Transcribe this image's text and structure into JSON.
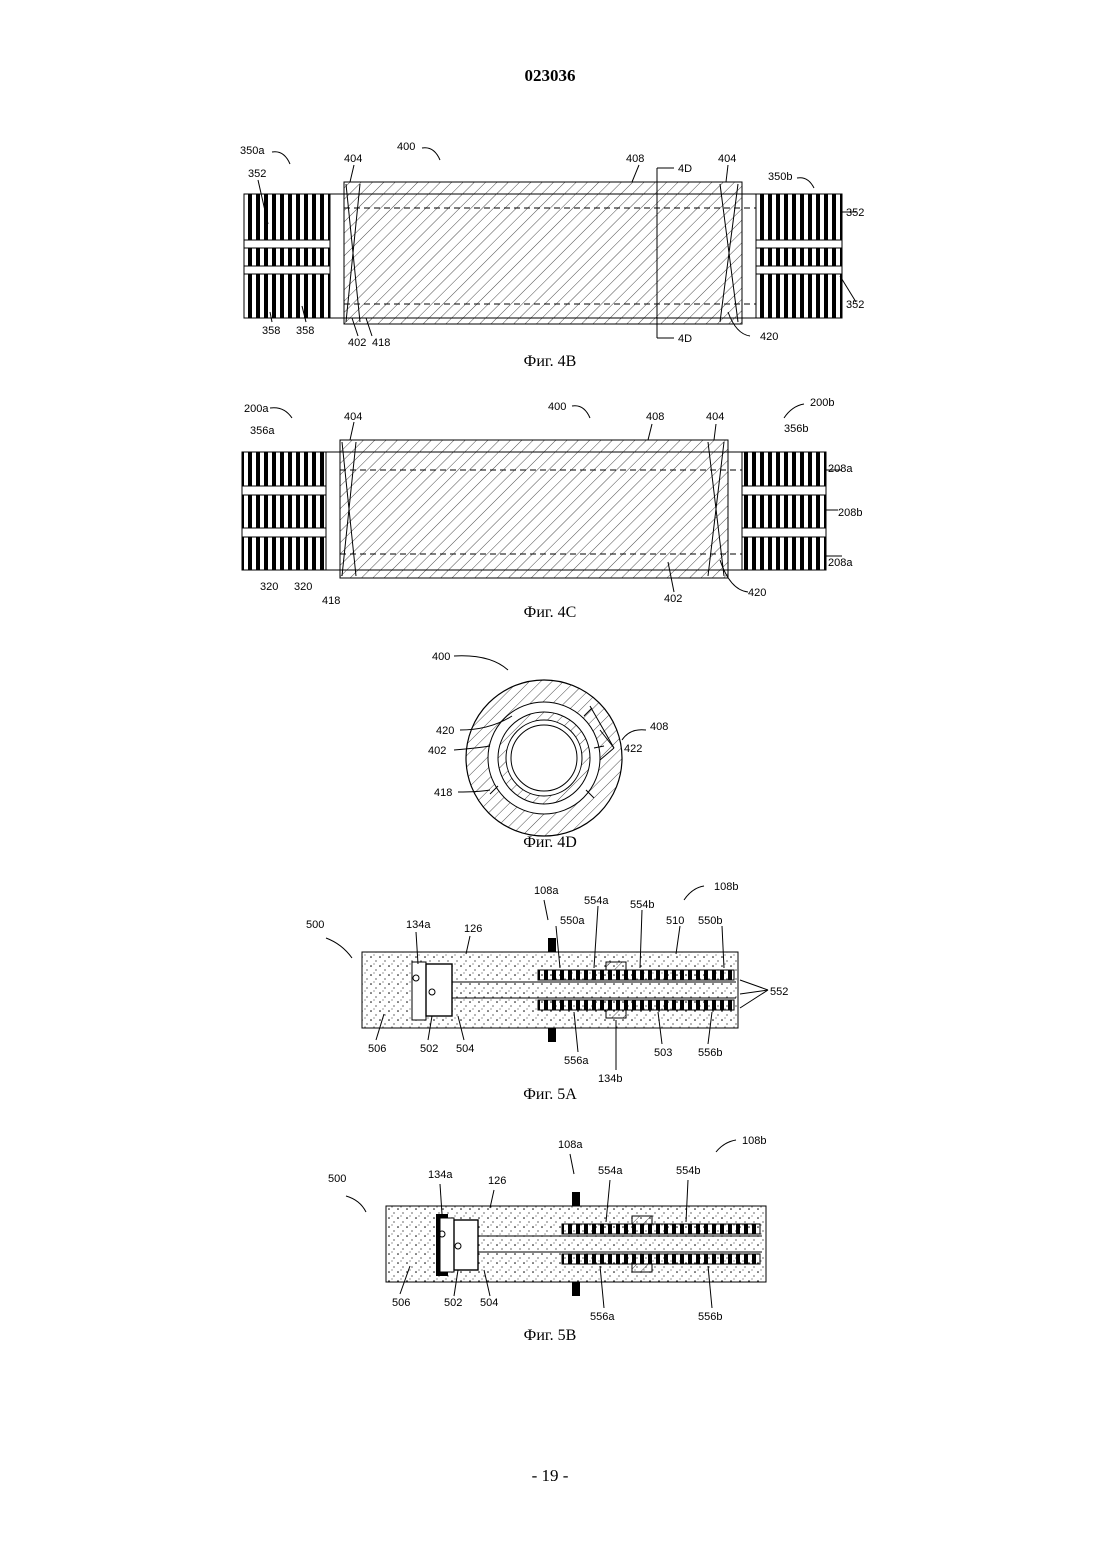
{
  "header": {
    "doc_number": "023036"
  },
  "footer": {
    "page_number": "- 19 -"
  },
  "figures": {
    "fig4b": {
      "caption": "Фиг. 4В",
      "labels": {
        "l350a": "350a",
        "l400": "400",
        "l404a": "404",
        "l408": "408",
        "l4d_top": "4D",
        "l404b": "404",
        "l350b": "350b",
        "l352_tl": "352",
        "l352_r1": "352",
        "l352_r2": "352",
        "l358a": "358",
        "l358b": "358",
        "l402": "402",
        "l418": "418",
        "l4d_bot": "4D",
        "l420": "420"
      }
    },
    "fig4c": {
      "caption": "Фиг. 4С",
      "labels": {
        "l200a": "200a",
        "l400": "400",
        "l200b": "200b",
        "l356a": "356a",
        "l404a": "404",
        "l408": "408",
        "l404b": "404",
        "l356b": "356b",
        "l208a_top": "208a",
        "l208b": "208b",
        "l208a_bot": "208a",
        "l320a": "320",
        "l320b": "320",
        "l418": "418",
        "l402": "402",
        "l420": "420"
      }
    },
    "fig4d": {
      "caption": "Фиг. 4D",
      "labels": {
        "l400": "400",
        "l420": "420",
        "l408": "408",
        "l402": "402",
        "l422": "422",
        "l418": "418"
      }
    },
    "fig5a": {
      "caption": "Фиг. 5А",
      "labels": {
        "l108a": "108a",
        "l108b": "108b",
        "l500": "500",
        "l134a": "134a",
        "l126": "126",
        "l554a": "554a",
        "l554b": "554b",
        "l550a": "550a",
        "l510": "510",
        "l550b": "550b",
        "l552": "552",
        "l506": "506",
        "l502": "502",
        "l504": "504",
        "l556a": "556a",
        "l503": "503",
        "l556b": "556b",
        "l134b": "134b"
      }
    },
    "fig5b": {
      "caption": "Фиг. 5В",
      "labels": {
        "l108a": "108a",
        "l108b": "108b",
        "l500": "500",
        "l134a": "134a",
        "l126": "126",
        "l554a": "554a",
        "l554b": "554b",
        "l506": "506",
        "l502": "502",
        "l504": "504",
        "l556a": "556a",
        "l556b": "556b"
      }
    }
  }
}
